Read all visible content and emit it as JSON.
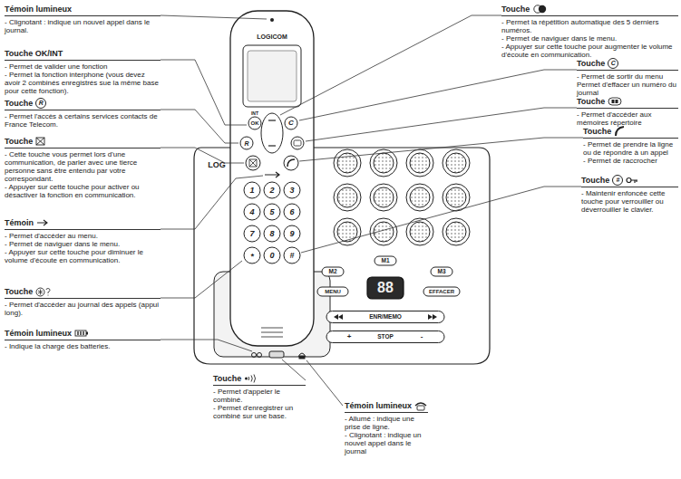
{
  "diagram": {
    "labels": [
      "Témoin lumineux",
      "- Clignotant : indique un nouvel appel dans le journal.",
      "Touche OK/INT",
      "- Permet de valider une fonction",
      "- Permet la fonction interphone (vous devez avoir 2 combinés enregistrés sue la même base pour cette fonction).",
      "Touche",
      "R",
      "- Permet l'accès à certains services contacts de France Telecom.",
      "Touche",
      "- Cette touche vous permet lors d'une communication, de parler avec une tierce personne sans être entendu par votre correspondant.",
      "- Appuyer sur cette touche pour activer ou désactiver la fonction en communication.",
      "Témoin",
      "- Permet d'accéder au menu.",
      "- Permet de naviguer dans le menu.",
      "- Appuyer sur cette touche pour diminuer le volume d'écoute en communication.",
      "Touche",
      "- Permet d'accéder au journal des appels (appui long).",
      "Témoin lumineux",
      "- Indique la charge des batteries.",
      "Touche",
      "- Permet d'appeler le combiné.",
      "- Permet d'enregistrer un combiné sur une base.",
      "Témoin lumineux",
      "- Allumé : indique une prise de ligne.",
      "- Clignotant : indique un nouvel appel dans le journal",
      "Touche",
      "- Permet la répétition automatique des 5 derniers numéros.",
      "- Permet de naviguer dans le menu.",
      "- Appuyer sur cette touche pour augmenter le volume d'écoute en communication.",
      "Touche",
      "C",
      "- Permet de sortir du menu",
      "Permet d'effacer un numéro du journal",
      "Touche",
      "- Permet d'accéder aux mémoires répertoire",
      "Touche",
      "- Permet de prendre la ligne ou de répondre à un appel",
      "- Permet de raccrocher",
      "Touche",
      "#",
      "- Maintenir enfoncée cette touche pour verrouiller ou déverrouiller le clavier.",
      "LOGICOM",
      "OK",
      "INT",
      "C",
      "R",
      "1",
      "2",
      "3",
      "4",
      "5",
      "6",
      "7",
      "8",
      "9",
      "*",
      "0",
      "#",
      "LOG",
      "M1",
      "M2",
      "M3",
      "MENU",
      "EFFACER",
      "88",
      "ENR/MEMO",
      "STOP",
      "+",
      "-"
    ]
  }
}
